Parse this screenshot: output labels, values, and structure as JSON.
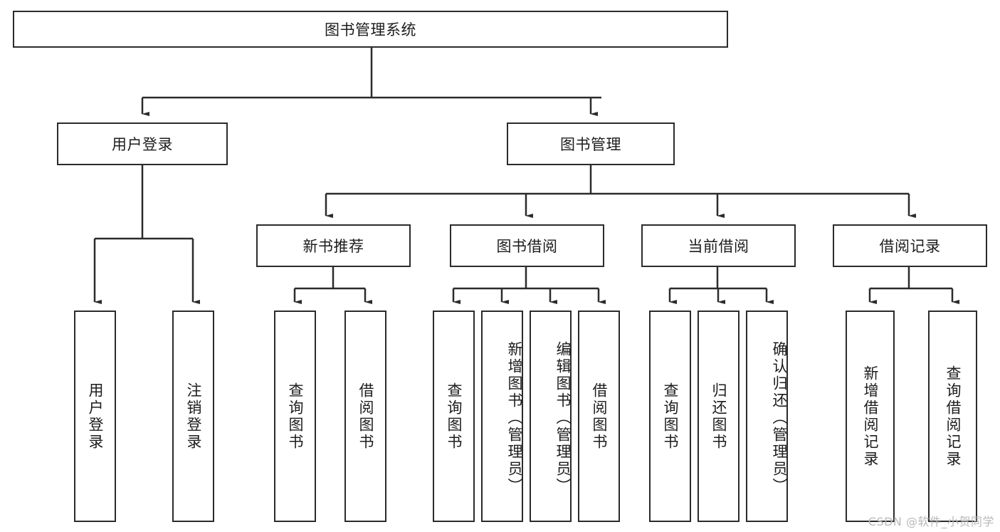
{
  "diagram": {
    "title": "图书管理系统",
    "watermark": "CSDN @软件_小贺同学",
    "type": "tree-hierarchy",
    "orientation": "top-down",
    "colors": {
      "box_border": "#2b2b2b",
      "box_fill": "#ffffff",
      "connector": "#2b2b2b",
      "text": "#1c1c1c",
      "watermark": "#b9b9b9",
      "background": "#ffffff"
    },
    "root": {
      "id": "root",
      "label": "图书管理系统"
    },
    "level2": [
      {
        "id": "user-login",
        "label": "用户登录"
      },
      {
        "id": "book-manage",
        "label": "图书管理"
      }
    ],
    "level3": [
      {
        "id": "new-book-rec",
        "label": "新书推荐",
        "parent": "book-manage"
      },
      {
        "id": "book-borrow",
        "label": "图书借阅",
        "parent": "book-manage"
      },
      {
        "id": "current-borrow",
        "label": "当前借阅",
        "parent": "book-manage"
      },
      {
        "id": "borrow-record",
        "label": "借阅记录",
        "parent": "book-manage"
      }
    ],
    "leaves": {
      "user-login": [
        {
          "id": "leaf-user-login",
          "label": "用户登录"
        },
        {
          "id": "leaf-logout",
          "label": "注销登录"
        }
      ],
      "new-book-rec": [
        {
          "id": "leaf-query-book-1",
          "label": "查询图书"
        },
        {
          "id": "leaf-borrow-book-1",
          "label": "借阅图书"
        }
      ],
      "book-borrow": [
        {
          "id": "leaf-query-book-2",
          "label": "查询图书"
        },
        {
          "id": "leaf-add-book",
          "label": "新增图书（管理员）"
        },
        {
          "id": "leaf-edit-book",
          "label": "编辑图书（管理员）"
        },
        {
          "id": "leaf-borrow-book-2",
          "label": "借阅图书"
        }
      ],
      "current-borrow": [
        {
          "id": "leaf-query-book-3",
          "label": "查询图书"
        },
        {
          "id": "leaf-return-book",
          "label": "归还图书"
        },
        {
          "id": "leaf-confirm-return",
          "label": "确认归还（管理员）"
        }
      ],
      "borrow-record": [
        {
          "id": "leaf-add-record",
          "label": "新增借阅记录"
        },
        {
          "id": "leaf-query-record",
          "label": "查询借阅记录"
        }
      ]
    }
  }
}
